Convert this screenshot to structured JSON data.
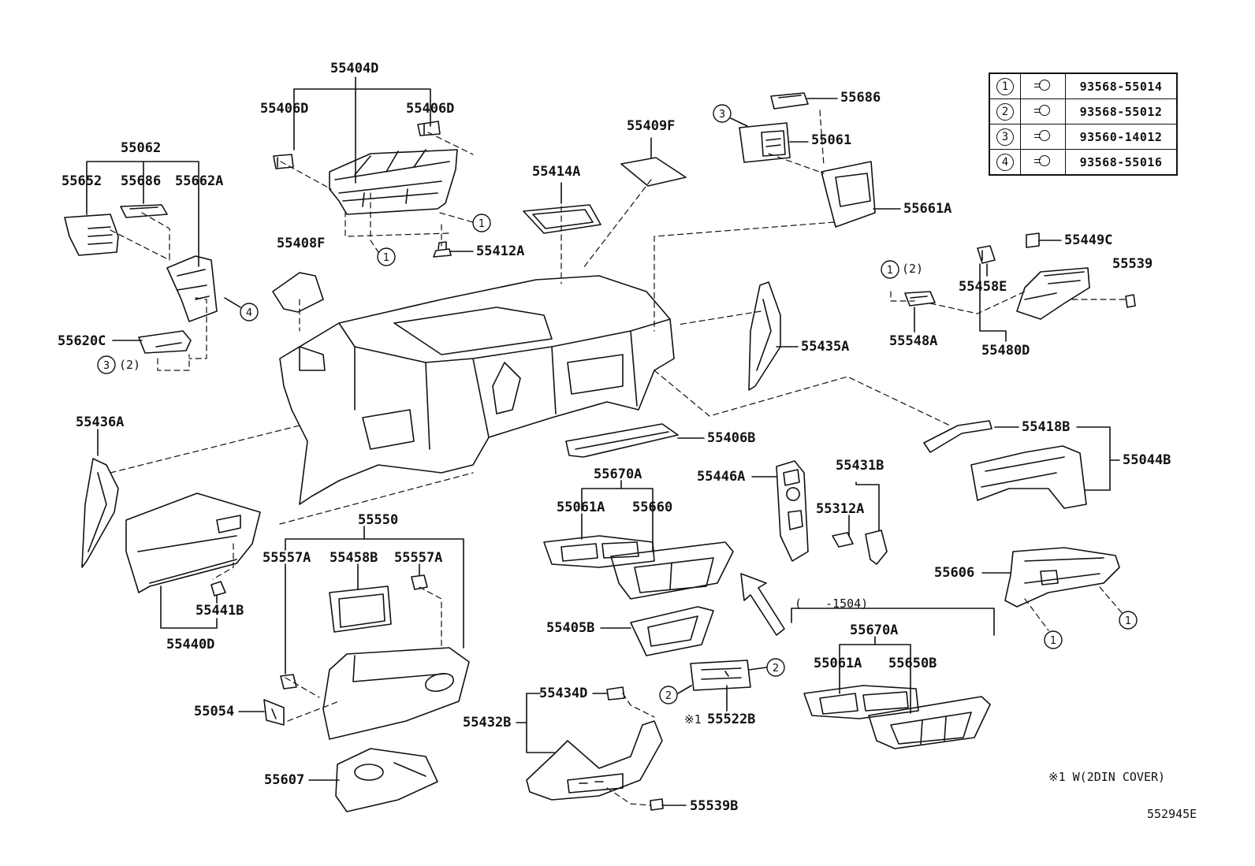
{
  "labels": {
    "p55404D": "55404D",
    "p55406D_l": "55406D",
    "p55406D_r": "55406D",
    "p55062": "55062",
    "p55652": "55652",
    "p55686_l": "55686",
    "p55662A": "55662A",
    "p55620C": "55620C",
    "p55414A": "55414A",
    "p55409F": "55409F",
    "p55686_r": "55686",
    "p55061": "55061",
    "p55661A": "55661A",
    "p55408F": "55408F",
    "p55412A": "55412A",
    "p55449C": "55449C",
    "p55539": "55539",
    "p55458E": "55458E",
    "p55548A": "55548A",
    "p55480D": "55480D",
    "p55435A": "55435A",
    "p55436A": "55436A",
    "p55406B": "55406B",
    "p55418B": "55418B",
    "p55044B": "55044B",
    "p55670A_top": "55670A",
    "p55061A_top": "55061A",
    "p55660": "55660",
    "p55446A": "55446A",
    "p55431B": "55431B",
    "p55312A": "55312A",
    "p55606": "55606",
    "p55550": "55550",
    "p55557A_l": "55557A",
    "p55458B": "55458B",
    "p55557A_r": "55557A",
    "p55441B": "55441B",
    "p55440D": "55440D",
    "p55405B": "55405B",
    "p55670A_bot": "55670A",
    "p55061A_bot": "55061A",
    "p55650B": "55650B",
    "p55434D": "55434D",
    "p55432B": "55432B",
    "p55522B": "55522B",
    "p55054": "55054",
    "p55607": "55607",
    "p55539B": "55539B",
    "date_range": "(　　-1504)",
    "qty_2_a": "(2)",
    "qty_2_b": "(2)",
    "asterisk_1": "※1",
    "footnote": "※1 W(2DIN COVER)",
    "drawing_no": "552945E"
  },
  "callouts": {
    "c1": "1",
    "c2": "2",
    "c3": "3",
    "c4": "4"
  },
  "legend": [
    {
      "ref": "1",
      "icon": "bolt-icon",
      "part": "93568-55014"
    },
    {
      "ref": "2",
      "icon": "bolt-icon",
      "part": "93568-55012"
    },
    {
      "ref": "3",
      "icon": "bolt-icon",
      "part": "93560-14012"
    },
    {
      "ref": "4",
      "icon": "bolt-icon",
      "part": "93568-55016"
    }
  ],
  "colors": {
    "ink": "#111111",
    "background": "#ffffff"
  }
}
